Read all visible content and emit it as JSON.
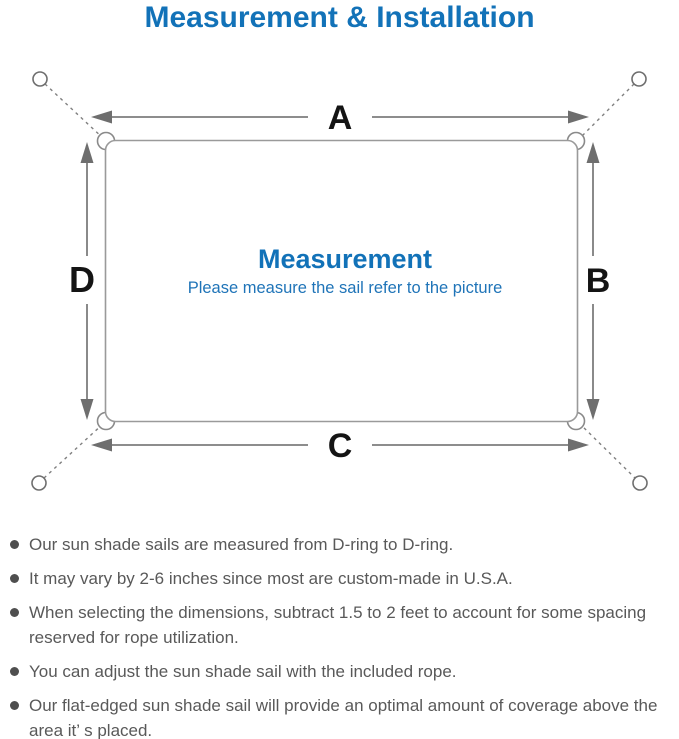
{
  "title": "Measurement & Installation",
  "diagram": {
    "center_title": "Measurement",
    "center_subtitle": "Please measure the sail refer to the picture",
    "labels": {
      "a": "A",
      "b": "B",
      "c": "C",
      "d": "D"
    }
  },
  "bullets": [
    {
      "text": "Our sun shade sails are measured from D-ring to D-ring."
    },
    {
      "text": "It may vary by 2-6 inches since most are custom-made in U.S.A."
    },
    {
      "text": "When selecting the dimensions, subtract 1.5 to 2 feet to account for some spacing reserved for rope utilization."
    },
    {
      "text": "You can adjust the sun shade sail with the included rope."
    },
    {
      "text": "Our flat-edged sun shade sail will provide an optimal amount of coverage above the area it’ s placed."
    }
  ],
  "colors": {
    "accent_blue": "#1272b8",
    "text_gray": "#595959",
    "line_gray": "#7d7d7d",
    "arrow_gray": "#6e6e6e",
    "rect_stroke_gray": "#9a9a9a",
    "label_black": "#141414"
  }
}
